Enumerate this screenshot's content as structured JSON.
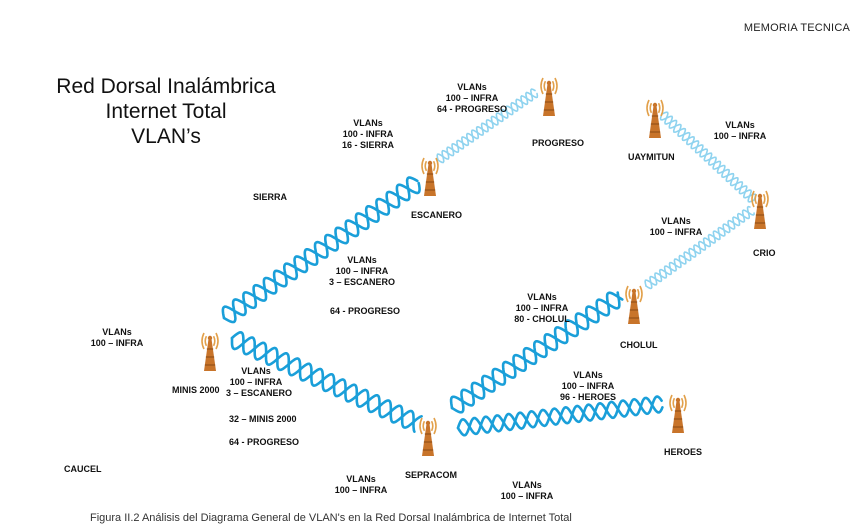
{
  "header": "MEMORIA TECNICA",
  "title": [
    "Red Dorsal Inalámbrica",
    "Internet Total",
    "VLAN’s"
  ],
  "colors": {
    "link_dark": "#1a9fd9",
    "link_light": "#8fd3ef",
    "tower": "#c8742a",
    "signal": "#e2a04a"
  },
  "nodes": [
    {
      "id": "progreso",
      "name": "PROGRESO"
    },
    {
      "id": "uaymitun",
      "name": "UAYMITUN"
    },
    {
      "id": "escanero",
      "name": "ESCANERO"
    },
    {
      "id": "crio",
      "name": "CRIO"
    },
    {
      "id": "cholul",
      "name": "CHOLUL"
    },
    {
      "id": "minis2000",
      "name": "MINIS 2000"
    },
    {
      "id": "sepracom",
      "name": "SEPRACOM"
    },
    {
      "id": "heroes",
      "name": "HEROES"
    }
  ],
  "places": {
    "sierra": "SIERRA",
    "caucel": "CAUCEL"
  },
  "vlan_labels": {
    "progreso": [
      "VLANs",
      "100 – INFRA",
      "64 - PROGRESO"
    ],
    "uaymitun": [
      "VLANs",
      "100 – INFRA"
    ],
    "escanero_top": [
      "VLANs",
      "100 - INFRA",
      "16 - SIERRA"
    ],
    "crio": [
      "VLANs",
      "100 – INFRA"
    ],
    "escanero_mid": [
      "VLANs",
      "100 – INFRA",
      "3 – ESCANERO"
    ],
    "escanero_mid_extra": "64 - PROGRESO",
    "cholul": [
      "VLANs",
      "100 – INFRA",
      "80 - CHOLUL"
    ],
    "minis_left": [
      "VLANs",
      "100 – INFRA"
    ],
    "minis_right": [
      "VLANs",
      "100 – INFRA",
      "3 – ESCANERO"
    ],
    "minis_right_extra1": "32 – MINIS 2000",
    "minis_right_extra2": "64 - PROGRESO",
    "heroes": [
      "VLANs",
      "100 – INFRA",
      "96 - HEROES"
    ],
    "sepracom_bottom": [
      "VLANs",
      "100 – INFRA"
    ],
    "bottom_right": [
      "VLANs",
      "100 – INFRA"
    ]
  },
  "caption": "Figura II.2 Análisis del Diagrama General de VLAN's en la Red Dorsal Inalámbrica de Internet Total"
}
